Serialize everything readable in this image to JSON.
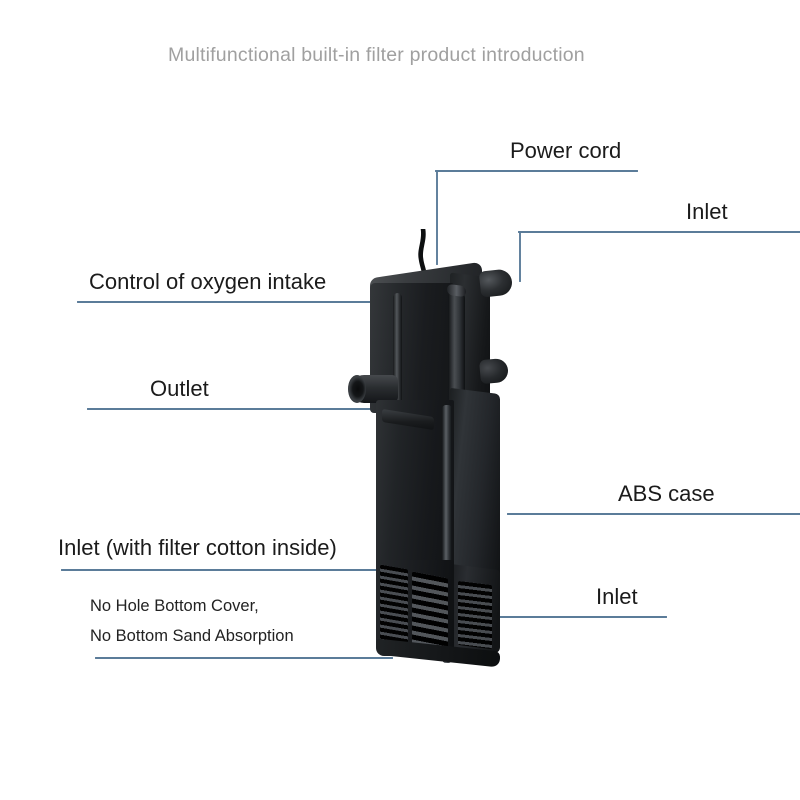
{
  "page": {
    "title": "Multifunctional built-in filter product introduction",
    "background_color": "#ffffff",
    "title_color": "#a0a0a0",
    "leader_line_color": "#5b7c99",
    "label_color": "#1b1b1b",
    "product_color": "#1a1c1e"
  },
  "product": {
    "name": "multifunctional-built-in-aquarium-filter",
    "cord_label": "power-cord"
  },
  "labels": [
    {
      "id": "power-cord",
      "text": "Power cord"
    },
    {
      "id": "inlet-top",
      "text": "Inlet"
    },
    {
      "id": "oxygen-control",
      "text": "Control of oxygen intake"
    },
    {
      "id": "outlet",
      "text": "Outlet"
    },
    {
      "id": "abs-case",
      "text": "ABS case"
    },
    {
      "id": "inlet-filter-cotton",
      "text": "Inlet (with filter cotton inside)"
    },
    {
      "id": "inlet-bottom",
      "text": "Inlet"
    }
  ],
  "notes": {
    "line1": "No Hole Bottom Cover,",
    "line2": "No Bottom Sand Absorption"
  }
}
